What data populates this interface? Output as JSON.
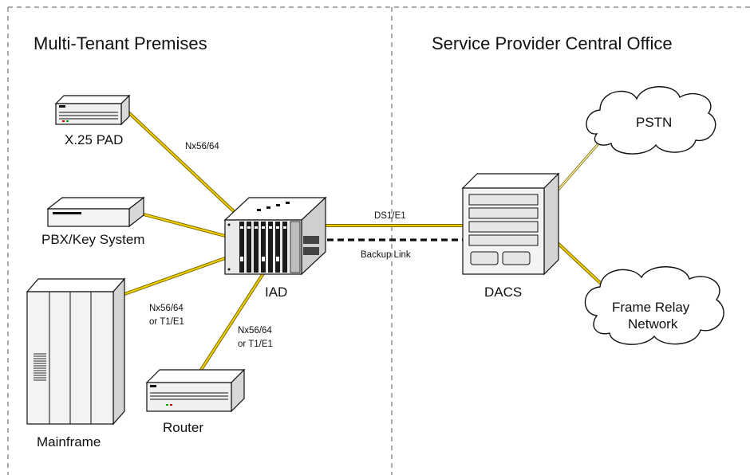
{
  "regions": {
    "left_title": "Multi-Tenant Premises",
    "right_title": "Service Provider Central Office"
  },
  "nodes": {
    "x25pad": "X.25 PAD",
    "pbx": "PBX/Key System",
    "mainframe": "Mainframe",
    "router": "Router",
    "iad": "IAD",
    "dacs": "DACS"
  },
  "clouds": {
    "pstn": "PSTN",
    "frame_relay_line1": "Frame Relay",
    "frame_relay_line2": "Network"
  },
  "links": {
    "pad_link": "Nx56/64",
    "mainframe_link_line1": "Nx56/64",
    "mainframe_link_line2": "or T1/E1",
    "router_link_line1": "Nx56/64",
    "router_link_line2": "or T1/E1",
    "trunk": "DS1/E1",
    "backup": "Backup Link"
  },
  "colors": {
    "link": "#e8c400",
    "link_outline": "#7a6a00",
    "dashed_border": "#555555",
    "device_fill": "#f0f0f0",
    "device_dark": "#222222"
  }
}
